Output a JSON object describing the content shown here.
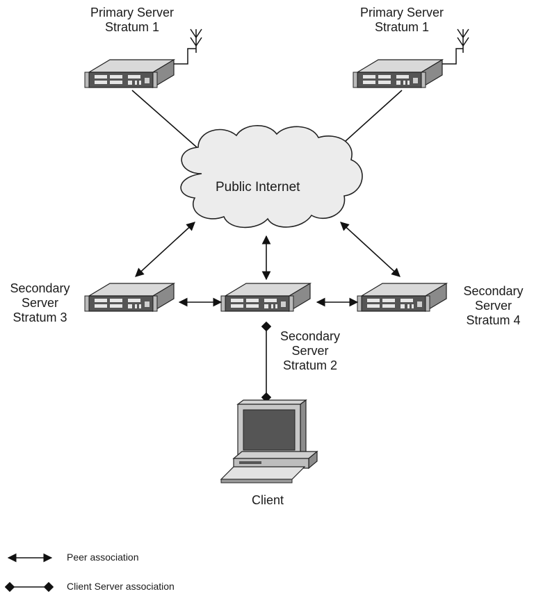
{
  "labels": {
    "primary_left": {
      "line1": "Primary Server",
      "line2": "Stratum 1"
    },
    "primary_right": {
      "line1": "Primary Server",
      "line2": "Stratum 1"
    },
    "secondary_left": {
      "line1": "Secondary",
      "line2": "Server",
      "line3": "Stratum 3"
    },
    "secondary_center": {
      "line1": "Secondary",
      "line2": "Server",
      "line3": "Stratum 2"
    },
    "secondary_right": {
      "line1": "Secondary",
      "line2": "Server",
      "line3": "Stratum 4"
    },
    "cloud": "Public Internet",
    "client": "Client"
  },
  "legend": {
    "peer": "Peer association",
    "client_server": "Client Server association"
  },
  "colors": {
    "device_dark": "#5a5a5a",
    "device_light": "#cfcfcf",
    "cloud_fill": "#ededed",
    "line": "#111111"
  }
}
